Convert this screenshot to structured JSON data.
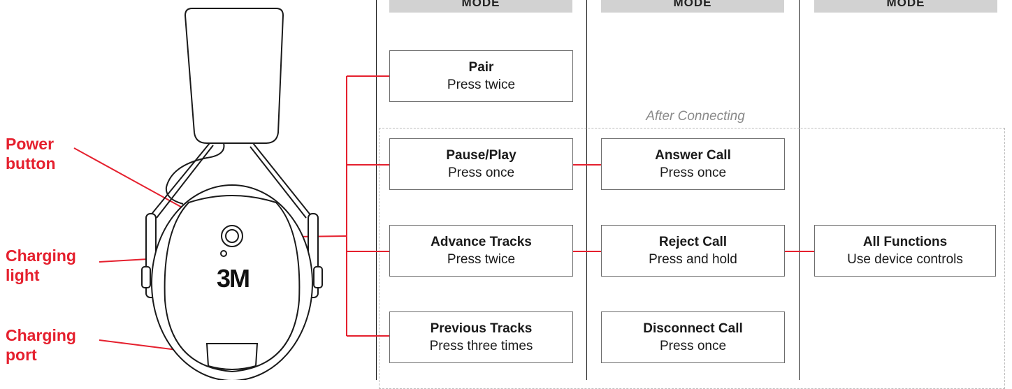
{
  "headers": [
    "MODE",
    "MODE",
    "MODE"
  ],
  "after_connecting": "After Connecting",
  "boxes": {
    "pair": {
      "title": "Pair",
      "sub": "Press twice"
    },
    "pause_play": {
      "title": "Pause/Play",
      "sub": "Press once"
    },
    "advance": {
      "title": "Advance Tracks",
      "sub": "Press twice"
    },
    "previous": {
      "title": "Previous Tracks",
      "sub": "Press three times"
    },
    "answer": {
      "title": "Answer Call",
      "sub": "Press once"
    },
    "reject": {
      "title": "Reject Call",
      "sub": "Press and hold"
    },
    "disconnect": {
      "title": "Disconnect Call",
      "sub": "Press once"
    },
    "all": {
      "title": "All Functions",
      "sub": "Use device controls"
    }
  },
  "labels": {
    "power": [
      "Power",
      "button"
    ],
    "charging_light": [
      "Charging",
      "light"
    ],
    "charging_port": [
      "Charging",
      "port"
    ]
  },
  "logo": "3M",
  "colors": {
    "accent": "#e5202e",
    "box_border": "#6c6c6c",
    "header_bg": "#d2d2d2",
    "dash": "#bdbdbd"
  },
  "icons": [
    "earmuff-headset-illustration"
  ]
}
